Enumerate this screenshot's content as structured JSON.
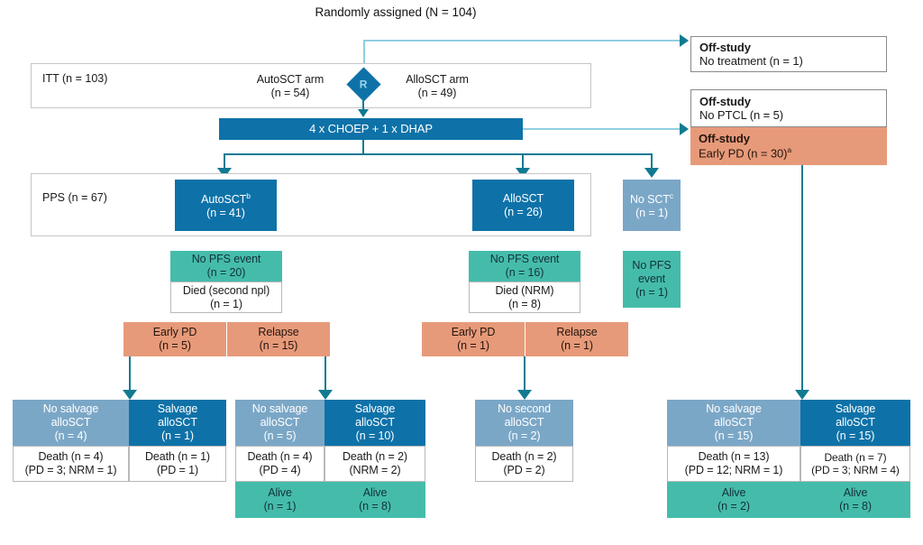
{
  "diagram": {
    "type": "consort-flow-diagram",
    "title": {
      "line1": "Randomly assigned",
      "line2": "(N = 104)"
    },
    "randomization_marker": "R",
    "groups": {
      "itt": {
        "label_line1": "ITT",
        "label_line2": "(n = 103)"
      },
      "pps": {
        "label_line1": "PPS",
        "label_line2": "(n = 67)"
      }
    },
    "arms": {
      "auto": {
        "line1": "AutoSCT arm",
        "line2": "(n = 54)"
      },
      "allo": {
        "line1": "AlloSCT arm",
        "line2": "(n = 49)"
      }
    },
    "treatment": {
      "label": "4 x CHOEP + 1 x DHAP"
    },
    "off_study": [
      {
        "title": "Off-study",
        "detail": "No treatment (n = 1)",
        "fill": "white"
      },
      {
        "title": "Off-study",
        "detail": "No PTCL (n = 5)",
        "fill": "white"
      },
      {
        "title": "Off-study",
        "detail": "Early PD (n = 30)",
        "sup": "a",
        "fill": "salmon"
      }
    ],
    "pps_boxes": {
      "autosct": {
        "line1": "AutoSCT",
        "sup": "b",
        "line2": "(n = 41)"
      },
      "allosct": {
        "line1": "AlloSCT",
        "sup": "",
        "line2": "(n = 26)"
      },
      "nosct": {
        "line1": "No SCT",
        "sup": "c",
        "line2": "(n = 1)"
      }
    },
    "auto_branch": {
      "no_pfs_event": {
        "line1": "No PFS event",
        "line2": "(n = 20)"
      },
      "died": {
        "line1": "Died (second npl)",
        "line2": "(n = 1)"
      },
      "early_pd": {
        "line1": "Early PD",
        "line2": "(n = 5)"
      },
      "relapse": {
        "line1": "Relapse",
        "line2": "(n = 15)"
      }
    },
    "allo_branch": {
      "no_pfs_event": {
        "line1": "No PFS event",
        "line2": "(n = 16)"
      },
      "died": {
        "line1": "Died (NRM)",
        "line2": "(n = 8)"
      },
      "early_pd": {
        "line1": "Early PD",
        "line2": "(n = 1)"
      },
      "relapse": {
        "line1": "Relapse",
        "line2": "(n = 1)"
      }
    },
    "nosct_branch": {
      "no_pfs_event": {
        "line1": "No PFS",
        "line2": "event",
        "line3": "(n = 1)"
      }
    },
    "outcomes": [
      {
        "id": "auto-earlypd-nosalvage",
        "header": {
          "line1": "No salvage",
          "line2": "alloSCT",
          "line3": "(n = 4)"
        },
        "header_fill": "midblue",
        "death": {
          "line1": "Death (n = 4)",
          "line2": "(PD = 3; NRM = 1)"
        },
        "alive": null
      },
      {
        "id": "auto-earlypd-salvage",
        "header": {
          "line1": "Salvage",
          "line2": "alloSCT",
          "line3": "(n = 1)"
        },
        "header_fill": "darkblue",
        "death": {
          "line1": "Death (n = 1)",
          "line2": "(PD = 1)"
        },
        "alive": null
      },
      {
        "id": "auto-relapse-nosalvage",
        "header": {
          "line1": "No salvage",
          "line2": "alloSCT",
          "line3": "(n = 5)"
        },
        "header_fill": "midblue",
        "death": {
          "line1": "Death (n = 4)",
          "line2": "(PD = 4)"
        },
        "alive": {
          "line1": "Alive",
          "line2": "(n = 1)"
        }
      },
      {
        "id": "auto-relapse-salvage",
        "header": {
          "line1": "Salvage",
          "line2": "alloSCT",
          "line3": "(n = 10)"
        },
        "header_fill": "darkblue",
        "death": {
          "line1": "Death (n = 2)",
          "line2": "(NRM = 2)"
        },
        "alive": {
          "line1": "Alive",
          "line2": "(n = 8)"
        }
      },
      {
        "id": "allo-nosecond",
        "header": {
          "line1": "No second",
          "line2": "alloSCT",
          "line3": "(n = 2)"
        },
        "header_fill": "midblue",
        "death": {
          "line1": "Death (n = 2)",
          "line2": "(PD = 2)"
        },
        "alive": null
      },
      {
        "id": "earlypd-nosalvage",
        "header": {
          "line1": "No salvage",
          "line2": "alloSCT",
          "line3": "(n = 15)"
        },
        "header_fill": "midblue",
        "death": {
          "line1": "Death (n = 13)",
          "line2": "(PD = 12; NRM = 1)"
        },
        "alive": {
          "line1": "Alive",
          "line2": "(n = 2)"
        }
      },
      {
        "id": "earlypd-salvage",
        "header": {
          "line1": "Salvage",
          "line2": "alloSCT",
          "line3": "(n = 15)"
        },
        "header_fill": "darkblue",
        "death": {
          "line1": "Death (n = 7)",
          "line2": "(PD = 3; NRM = 4)"
        },
        "alive": {
          "line1": "Alive",
          "line2": "(n = 8)"
        }
      }
    ],
    "colors": {
      "dark_blue": "#0e72a8",
      "mid_blue": "#7ba7c7",
      "teal": "#45bcab",
      "salmon": "#e79a79",
      "connector": "#117a92",
      "connector_light": "#8ecfe0"
    }
  }
}
